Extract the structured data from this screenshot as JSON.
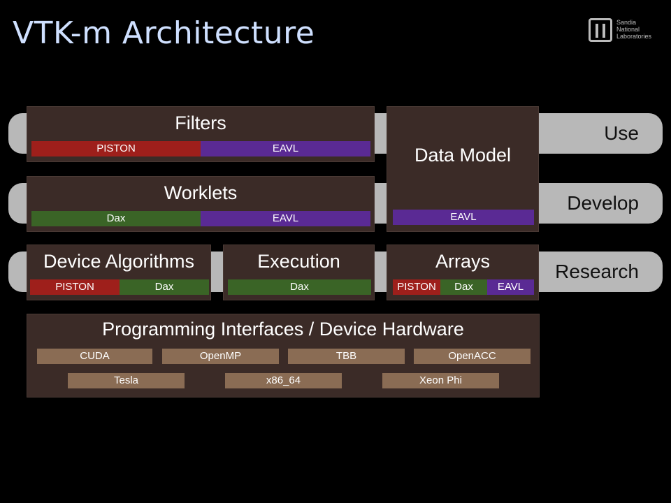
{
  "title": "VTK-m Architecture",
  "logo": {
    "line1": "Sandia",
    "line2": "National",
    "line3": "Laboratories"
  },
  "lanes": {
    "use": "Use",
    "develop": "Develop",
    "research": "Research"
  },
  "filters": {
    "title": "Filters",
    "seg1": "PISTON",
    "seg2": "EAVL"
  },
  "worklets": {
    "title": "Worklets",
    "seg1": "Dax",
    "seg2": "EAVL"
  },
  "data_model": {
    "title": "Data Model",
    "seg1": "EAVL"
  },
  "device_algorithms": {
    "title": "Device Algorithms",
    "seg1": "PISTON",
    "seg2": "Dax"
  },
  "execution": {
    "title": "Execution",
    "seg1": "Dax"
  },
  "arrays": {
    "title": "Arrays",
    "seg1": "PISTON",
    "seg2": "Dax",
    "seg3": "EAVL"
  },
  "hardware": {
    "title": "Programming Interfaces / Device Hardware",
    "row1": [
      "CUDA",
      "OpenMP",
      "TBB",
      "OpenACC"
    ],
    "row2": [
      "Tesla",
      "x86_64",
      "Xeon Phi"
    ]
  },
  "colors": {
    "piston": "#9e1f1b",
    "eavl": "#5a2a94",
    "dax": "#3a6426",
    "hardware": "#8a6c54",
    "box": "#3b2b27",
    "lane": "#b8b8b8",
    "title": "#cfe0ff"
  }
}
